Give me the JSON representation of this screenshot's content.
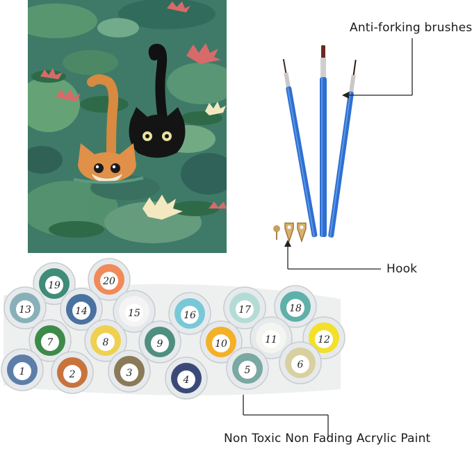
{
  "labels": {
    "brushes": "Anti-forking brushes",
    "hook": "Hook",
    "paint": "Non Toxic Non Fading Acrylic Paint"
  },
  "paint_pots": [
    {
      "num": "1",
      "color": "#5d7ea8"
    },
    {
      "num": "2",
      "color": "#c8733c"
    },
    {
      "num": "3",
      "color": "#8a7a58"
    },
    {
      "num": "4",
      "color": "#3a4a78"
    },
    {
      "num": "5",
      "color": "#7aa8a2"
    },
    {
      "num": "6",
      "color": "#d8d0a0"
    },
    {
      "num": "7",
      "color": "#3d8a4a"
    },
    {
      "num": "8",
      "color": "#f0d050"
    },
    {
      "num": "9",
      "color": "#4f8f80"
    },
    {
      "num": "10",
      "color": "#f4b028"
    },
    {
      "num": "11",
      "color": "#f4f4f0"
    },
    {
      "num": "12",
      "color": "#f2e02a"
    },
    {
      "num": "13",
      "color": "#88b0b8"
    },
    {
      "num": "14",
      "color": "#4a72a0"
    },
    {
      "num": "15",
      "color": "#f4f4f4"
    },
    {
      "num": "16",
      "color": "#78c8d8"
    },
    {
      "num": "17",
      "color": "#b4dcd6"
    },
    {
      "num": "18",
      "color": "#5fb0a8"
    },
    {
      "num": "19",
      "color": "#3f8c78"
    },
    {
      "num": "20",
      "color": "#f08a58"
    }
  ],
  "colors": {
    "water": "#3f7a68",
    "brush_handle": "#2f6fd0",
    "ferrule": "#c8c8c8"
  }
}
